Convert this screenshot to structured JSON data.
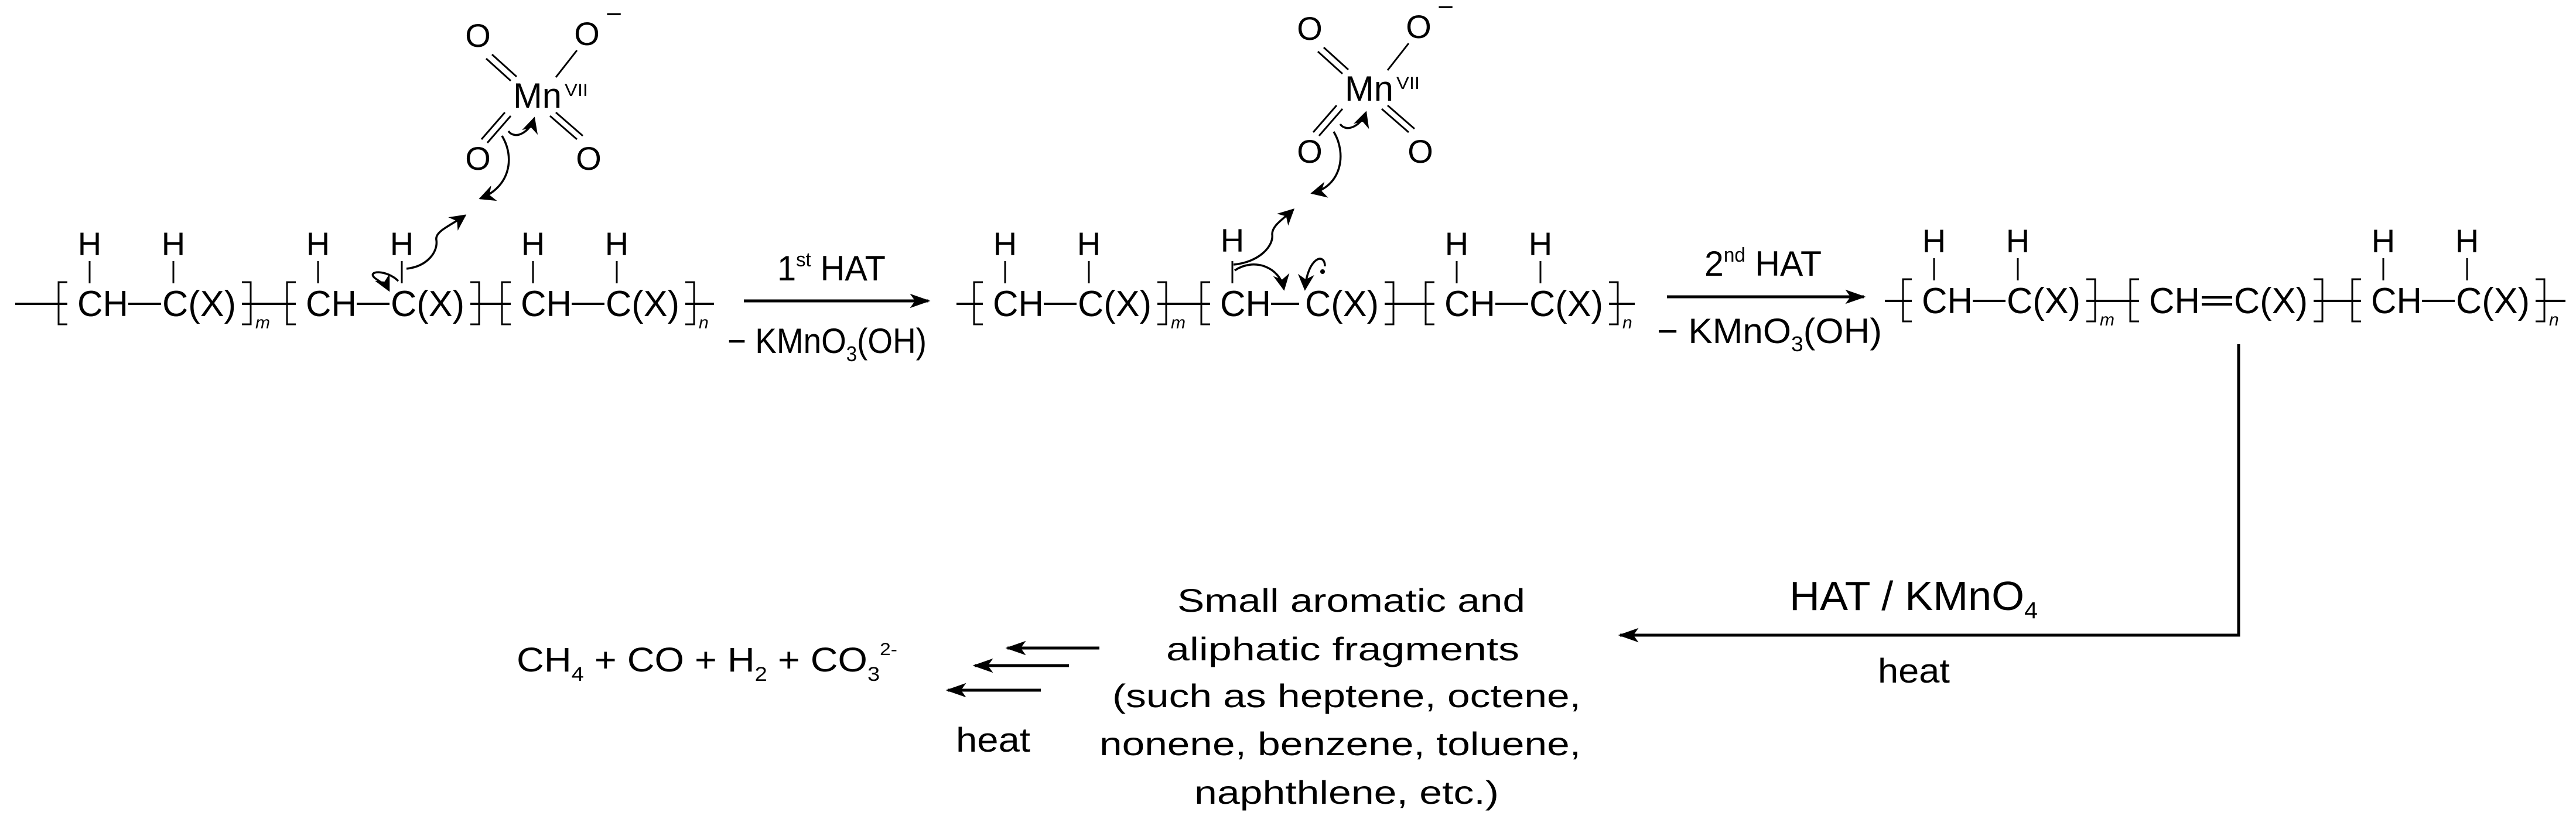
{
  "colors": {
    "ink": "#000000",
    "background": "#ffffff"
  },
  "polymer_text": {
    "ch": "CH",
    "cx": "C(X)",
    "h": "H"
  },
  "polymers": [
    {
      "units": [
        {
          "bond": "single",
          "h_left": true,
          "h_right": true,
          "sub": "m"
        },
        {
          "bond": "single",
          "h_left": true,
          "h_right": true,
          "sub": ""
        },
        {
          "bond": "single",
          "h_left": true,
          "h_right": true,
          "sub": "n"
        }
      ]
    },
    {
      "units": [
        {
          "bond": "single",
          "h_left": true,
          "h_right": true,
          "sub": "m"
        },
        {
          "bond": "single",
          "h_left": true,
          "h_right": false,
          "sub": "",
          "radical": true
        },
        {
          "bond": "single",
          "h_left": true,
          "h_right": true,
          "sub": "n"
        }
      ]
    },
    {
      "units": [
        {
          "bond": "single",
          "h_left": true,
          "h_right": true,
          "sub": "m"
        },
        {
          "bond": "double",
          "h_left": false,
          "h_right": false,
          "sub": ""
        },
        {
          "bond": "single",
          "h_left": true,
          "h_right": true,
          "sub": "n"
        }
      ]
    }
  ],
  "permanganate": {
    "metal": "Mn",
    "oxidation_state": "VII",
    "oxygen": "O",
    "charge": "−"
  },
  "step1": {
    "num": "1",
    "sup": "st",
    "label": " HAT",
    "below_prefix": "− KMnO",
    "below_sub": "3",
    "below_suffix": "(OH)"
  },
  "step2": {
    "num": "2",
    "sup": "nd",
    "label": " HAT",
    "below_prefix": "− KMnO",
    "below_sub": "3",
    "below_suffix": "(OH)"
  },
  "step3": {
    "label": "HAT / KMnO",
    "label_sub": "4",
    "condition": "heat"
  },
  "fragments": {
    "lines": [
      "Small aromatic and",
      "aliphatic  fragments",
      "(such as heptene, octene,",
      "nonene, benzene, toluene,",
      "naphthlene, etc.)"
    ]
  },
  "step4": {
    "condition": "heat"
  },
  "products": {
    "ch": "CH",
    "ch_sub": "4",
    "mid": " + CO +  H",
    "h_sub": "2",
    "co3": " + CO",
    "co3_sub": "3",
    "charge": "2-"
  }
}
